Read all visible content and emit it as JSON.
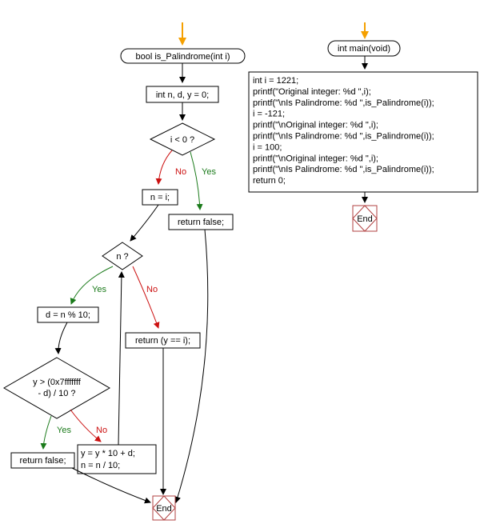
{
  "left_flow": {
    "start": "bool is_Palindrome(int i)",
    "decl": "int n, d, y = 0;",
    "cond_i": "i < 0 ?",
    "assign_n": "n = i;",
    "return_false_top": "return false;",
    "cond_n": "n ?",
    "assign_d": "d = n % 10;",
    "return_y": "return (y == i);",
    "cond_overflow": {
      "line1": "y > (0x7fffffff",
      "line2": "- d) / 10 ?"
    },
    "return_false_bottom": "return false;",
    "update": {
      "line1": "y = y * 10 + d;",
      "line2": "n = n / 10;"
    },
    "end": "End"
  },
  "right_flow": {
    "start": "int main(void)",
    "code_lines": [
      "int i = 1221;",
      "printf(\"Original integer: %d  \",i);",
      "printf(\"\\nIs Palindrome: %d  \",is_Palindrome(i));",
      "i = -121;",
      "printf(\"\\nOriginal integer: %d  \",i);",
      "printf(\"\\nIs Palindrome: %d  \",is_Palindrome(i));",
      "i = 100;",
      "printf(\"\\nOriginal integer: %d  \",i);",
      "printf(\"\\nIs Palindrome: %d  \",is_Palindrome(i));",
      "return 0;"
    ],
    "end": "End"
  },
  "edge_labels": {
    "yes": "Yes",
    "no": "No"
  },
  "colors": {
    "entry_arrow": "#f5a000",
    "yes": "#1a7a1a",
    "no": "#cc1111",
    "end_border": "#b04040",
    "stroke": "#000000"
  }
}
